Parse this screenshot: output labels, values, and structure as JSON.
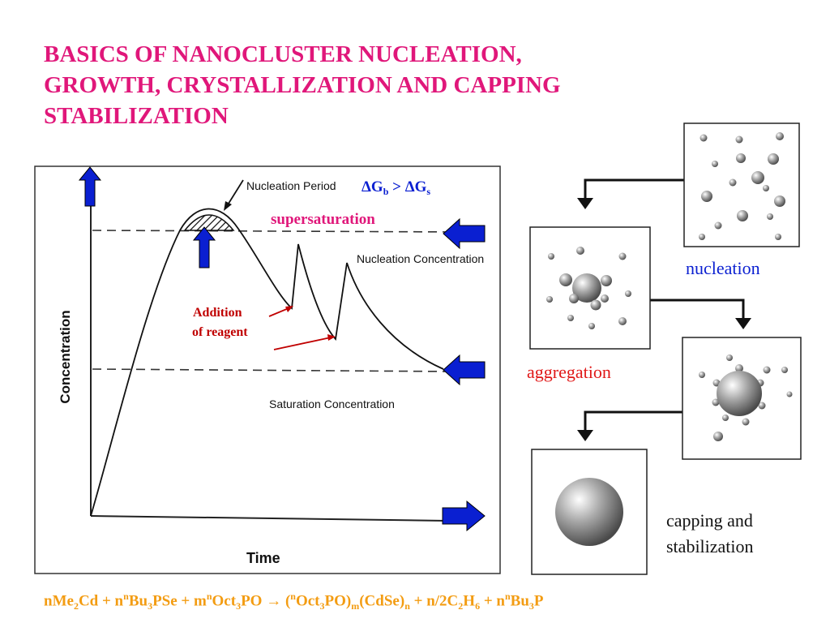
{
  "title": {
    "line1": "BASICS OF NANOCLUSTER NUCLEATION,",
    "line2": "GROWTH, CRYSTALLIZATION AND CAPPING",
    "line3": "STABILIZATION"
  },
  "plot": {
    "y_axis_label": "Concentration",
    "x_axis_label": "Time",
    "nucleation_period": "Nucleation Period",
    "nucleation_concentration": "Nucleation Concentration",
    "saturation_concentration": "Saturation Concentration",
    "supersaturation": "supersaturation",
    "delta_g": {
      "d1": "Δ",
      "g1": "G",
      "sub1": "b",
      "op": " > ",
      "d2": "Δ",
      "g2": "G",
      "sub2": "s"
    },
    "addition_line1": "Addition",
    "addition_line2": "of reagent",
    "colors": {
      "arrow_fill": "#0a1fd1",
      "magenta": "#e0177a",
      "red_text": "#c00000",
      "blue_text": "#0a1fd1"
    }
  },
  "stages": {
    "nucleation": "nucleation",
    "aggregation": "aggregation",
    "capping_line1": "capping and",
    "capping_line2": "stabilization"
  },
  "equation": {
    "parts": [
      "nMe",
      "2",
      "Cd + n",
      "n",
      "Bu",
      "3",
      "PSe + m",
      "n",
      "Oct",
      "3",
      "PO → (",
      "n",
      "Oct",
      "3",
      "PO)",
      "m",
      "(CdSe)",
      "n",
      " + n/2C",
      "2",
      "H",
      "6",
      " + n",
      "n",
      "Bu",
      "3",
      "P"
    ]
  }
}
